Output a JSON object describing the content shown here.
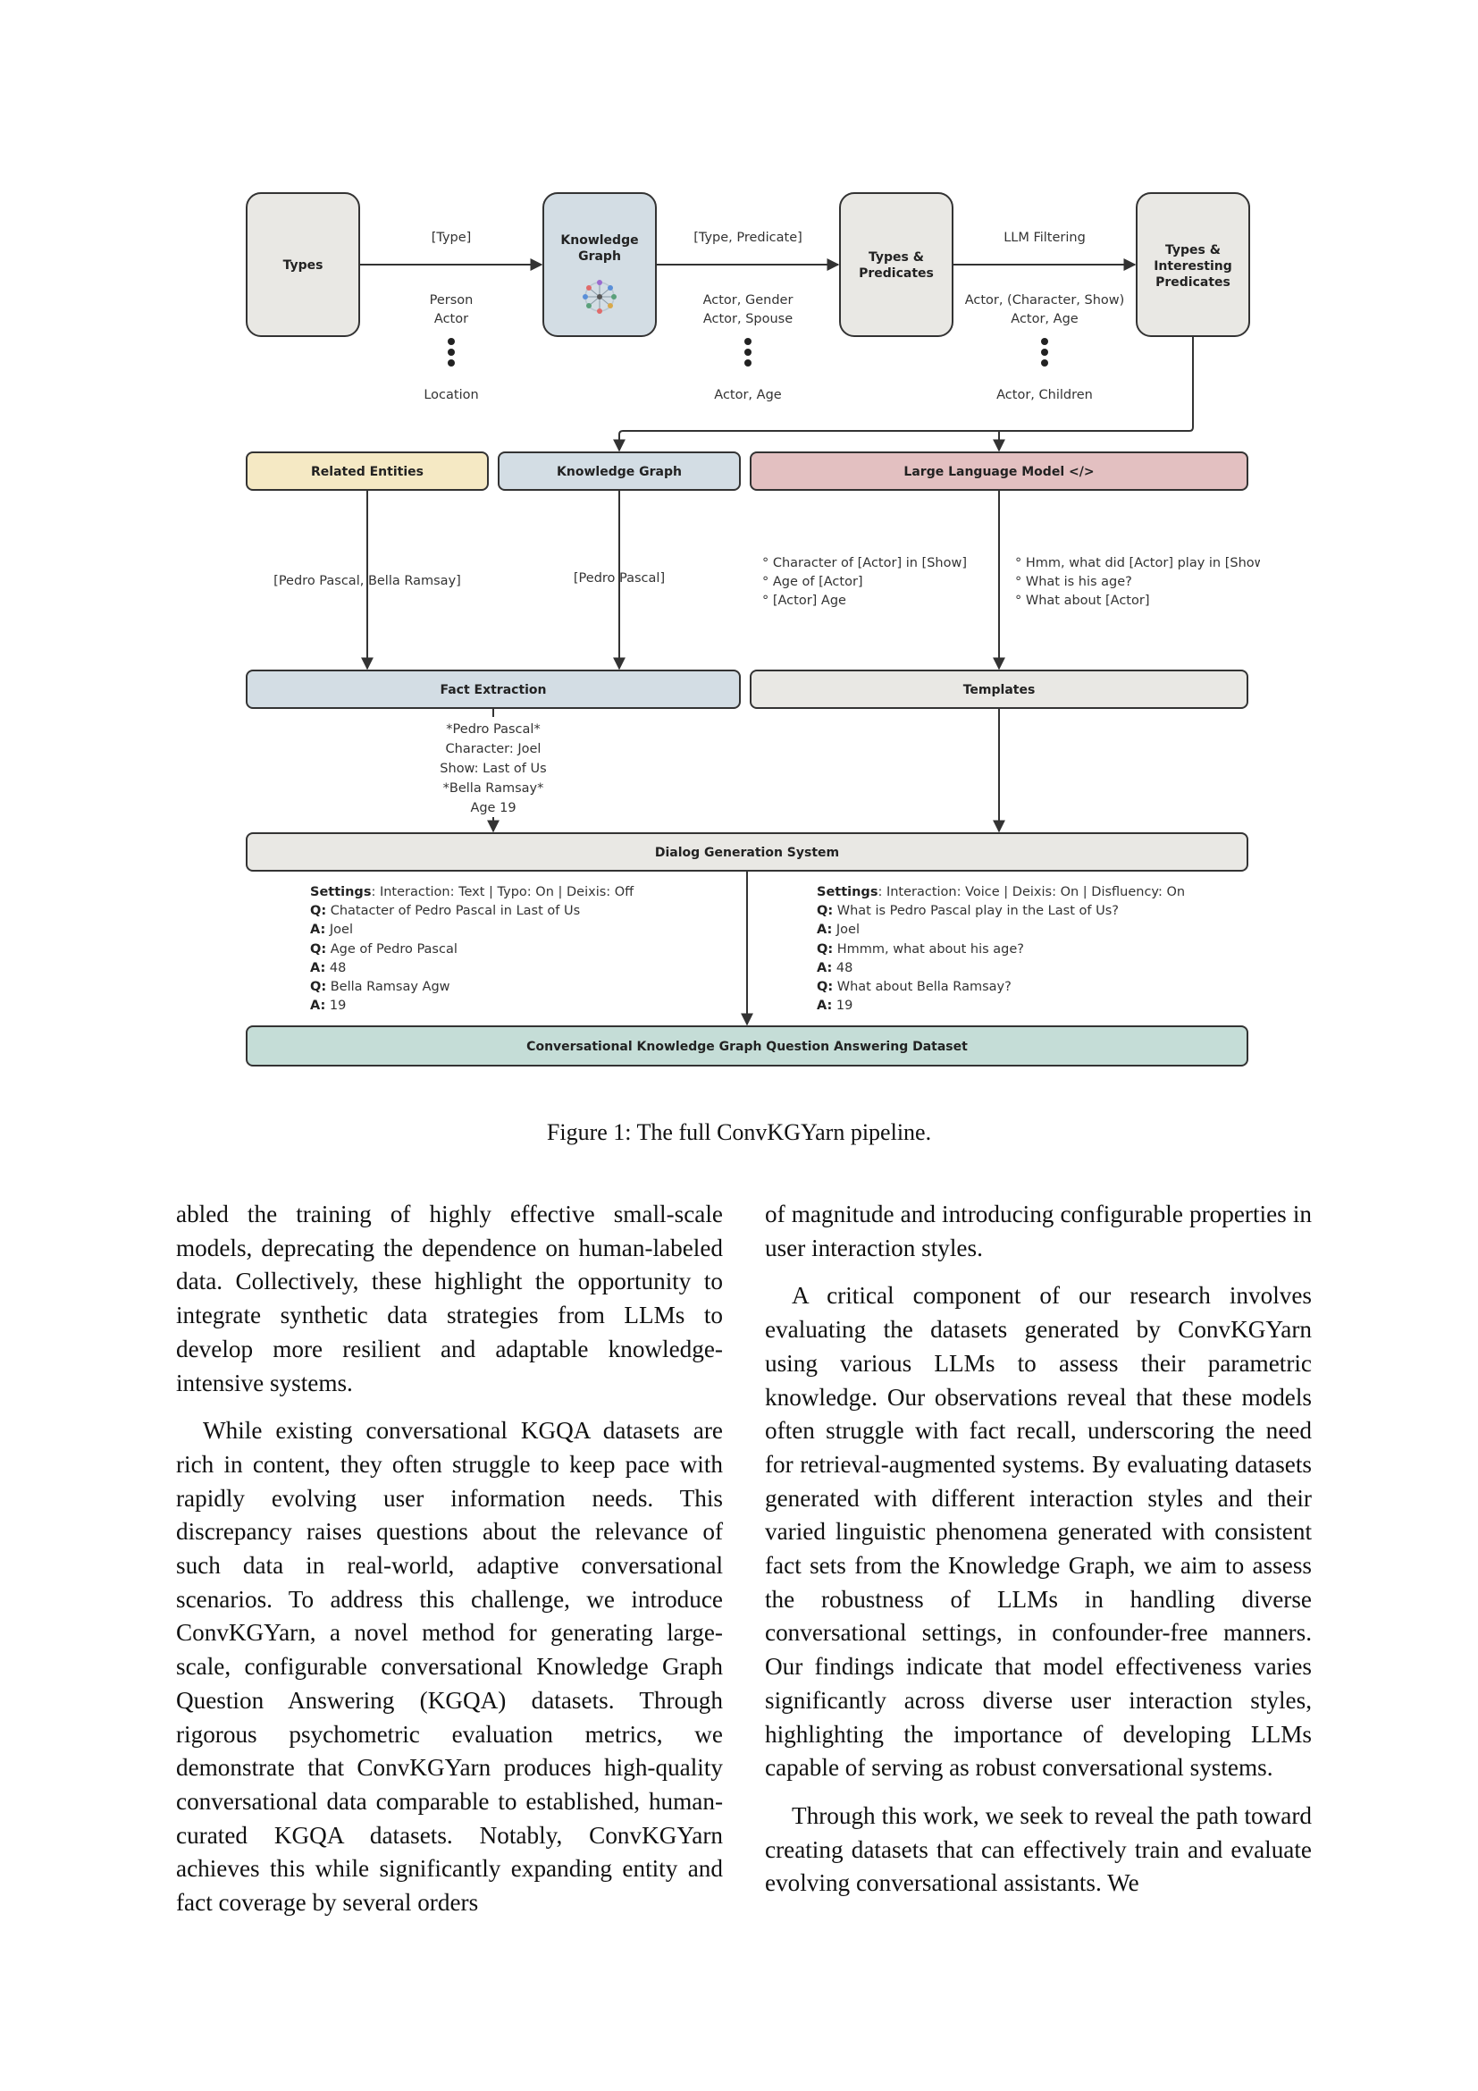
{
  "figure": {
    "boxes": {
      "types": "Types",
      "kg_top_1": "Knowledge",
      "kg_top_2": "Graph",
      "types_preds_1": "Types &",
      "types_preds_2": "Predicates",
      "tip_1": "Types &",
      "tip_2": "Interesting",
      "tip_3": "Predicates",
      "related_entities": "Related Entities",
      "knowledge_graph": "Knowledge Graph",
      "llm": "Large Language Model </>",
      "fact_extraction": "Fact Extraction",
      "templates": "Templates",
      "dialog_system": "Dialog Generation System",
      "dataset": "Conversational Knowledge Graph Question Answering Dataset"
    },
    "edges": {
      "e1_top": "[Type]",
      "e1_lines": [
        "Person",
        "Actor"
      ],
      "e1_bottom": "Location",
      "e2_top": "[Type, Predicate]",
      "e2_lines": [
        "Actor, Gender",
        "Actor, Spouse"
      ],
      "e2_bottom": "Actor, Age",
      "e3_top": "LLM Filtering",
      "e3_lines": [
        "Actor, (Character, Show)",
        "Actor, Age"
      ],
      "e3_bottom": "Actor, Children",
      "related_out": "[Pedro Pascal, Bella Ramsay]",
      "kg_out": "[Pedro Pascal]",
      "llm_left": [
        "° Character of [Actor] in [Show]",
        "° Age of [Actor]",
        "° [Actor] Age"
      ],
      "llm_right": [
        "° Hmm, what did [Actor] play in [Show]?",
        "° What is his age?",
        "° What about [Actor]"
      ],
      "facts": [
        "*Pedro Pascal*",
        "Character: Joel",
        "Show: Last of Us",
        "*Bella Ramsay*",
        "Age 19"
      ]
    },
    "dialog_left": {
      "settings_key": "Settings",
      "settings_val": ": Interaction: Text | Typo: On | Deixis: Off",
      "qa": [
        {
          "k": "Q:",
          "v": " Chatacter of Pedro Pascal in Last of Us"
        },
        {
          "k": "A:",
          "v": " Joel"
        },
        {
          "k": "Q:",
          "v": " Age of Pedro Pascal"
        },
        {
          "k": "A:",
          "v": " 48"
        },
        {
          "k": "Q:",
          "v": " Bella Ramsay Agw"
        },
        {
          "k": "A:",
          "v": " 19"
        }
      ]
    },
    "dialog_right": {
      "settings_key": "Settings",
      "settings_val": ": Interaction: Voice | Deixis: On | Disfluency: On",
      "qa": [
        {
          "k": "Q:",
          "v": " What is Pedro Pascal play in the Last of Us?"
        },
        {
          "k": "A:",
          "v": " Joel"
        },
        {
          "k": "Q:",
          "v": " Hmmm, what about his age?"
        },
        {
          "k": "A:",
          "v": " 48"
        },
        {
          "k": "Q:",
          "v": " What about Bella Ramsay?"
        },
        {
          "k": "A:",
          "v": " 19"
        }
      ]
    },
    "colors": {
      "gray_box": "#e9e8e4",
      "kg_box": "#d3dde4",
      "related_box": "#f5e9c4",
      "llm_box": "#e3c0c1",
      "dataset_box": "#c5ddd7"
    }
  },
  "caption": "Figure 1: The full ConvKGYarn pipeline.",
  "left_column": [
    "abled the training of highly effective small-scale models, deprecating the dependence on human-labeled data. Collectively, these highlight the opportunity to integrate synthetic data strategies from LLMs to develop more resilient and adaptable knowledge-intensive systems.",
    "While existing conversational KGQA datasets are rich in content, they often struggle to keep pace with rapidly evolving user information needs. This discrepancy raises questions about the relevance of such data in real-world, adaptive conversational scenarios. To address this challenge, we introduce ConvKGYarn, a novel method for generating large-scale, configurable conversational Knowledge Graph Question Answering (KGQA) datasets. Through rigorous psychometric evaluation metrics, we demonstrate that ConvKGYarn produces high-quality conversational data comparable to established, human-curated KGQA datasets. Notably, ConvKGYarn achieves this while significantly expanding entity and fact coverage by several orders"
  ],
  "right_column": [
    "of magnitude and introducing configurable properties in user interaction styles.",
    "A critical component of our research involves evaluating the datasets generated by ConvKGYarn using various LLMs to assess their parametric knowledge. Our observations reveal that these models often struggle with fact recall, underscoring the need for retrieval-augmented systems. By evaluating datasets generated with different interaction styles and their varied linguistic phenomena generated with consistent fact sets from the Knowledge Graph, we aim to assess the robustness of LLMs in handling diverse conversational settings, in confounder-free manners. Our findings indicate that model effectiveness varies significantly across diverse user interaction styles, highlighting the importance of developing LLMs capable of serving as robust conversational systems.",
    "Through this work, we seek to reveal the path toward creating datasets that can effectively train and evaluate evolving conversational assistants. We"
  ]
}
